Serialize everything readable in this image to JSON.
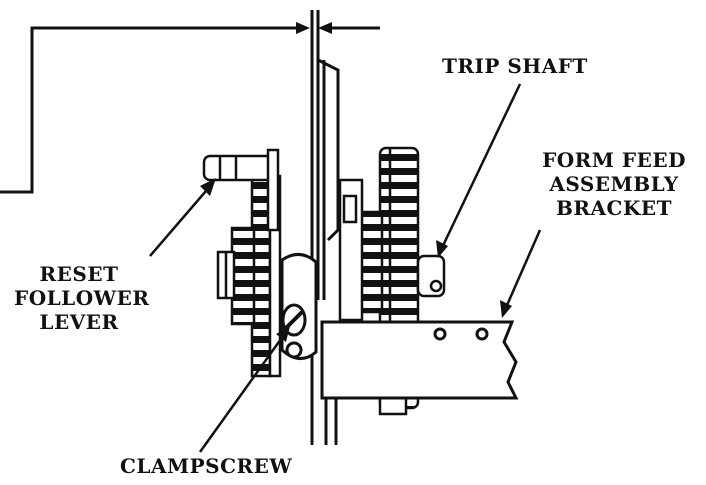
{
  "labels": {
    "trip_shaft": "TRIP SHAFT",
    "form_feed_1": "FORM FEED",
    "form_feed_2": "ASSEMBLY",
    "form_feed_3": "BRACKET",
    "reset_1": "RESET",
    "reset_2": "FOLLOWER",
    "reset_3": "LEVER",
    "clampscrew": "CLAMPSCREW"
  },
  "colors": {
    "ink": "#111111",
    "paper": "#ffffff"
  }
}
